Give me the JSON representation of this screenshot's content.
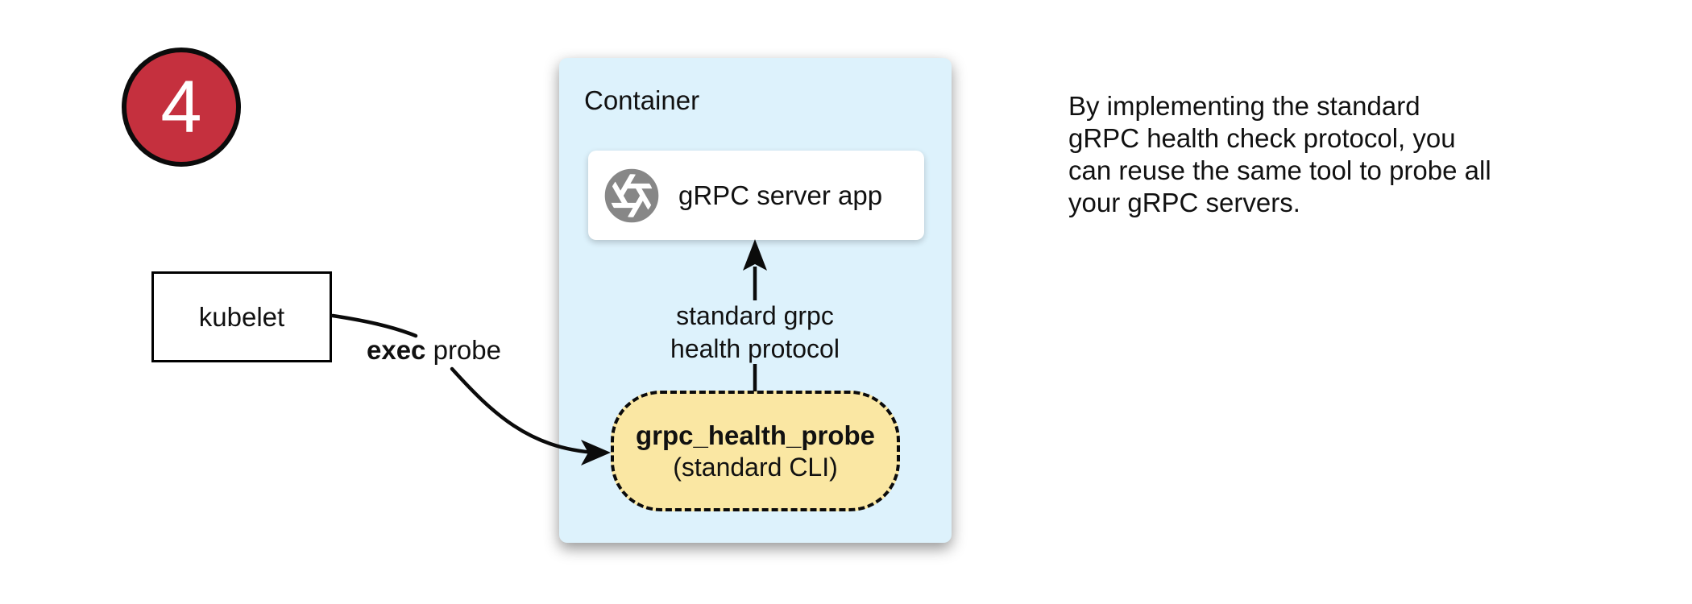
{
  "step_badge": {
    "number": "4"
  },
  "kubelet": {
    "label": "kubelet"
  },
  "exec_probe_label": {
    "bold": "exec",
    "rest": " probe"
  },
  "container": {
    "title": "Container",
    "server_card": {
      "label": "gRPC server app",
      "icon": "grpc-aperture-icon"
    },
    "probe_pill": {
      "name": "grpc_health_probe",
      "subtitle": "(standard CLI)"
    },
    "arrow_label": "standard grpc\nhealth protocol"
  },
  "note": {
    "text": "By implementing the standard\ngRPC health check protocol, you\ncan reuse the same tool to probe all\nyour gRPC servers."
  },
  "colors": {
    "badge_red": "#C5303E",
    "container_blue": "#DDF2FC",
    "pill_yellow": "#FAE7A3",
    "icon_gray": "#878787",
    "line_black": "#0b0b0b"
  }
}
